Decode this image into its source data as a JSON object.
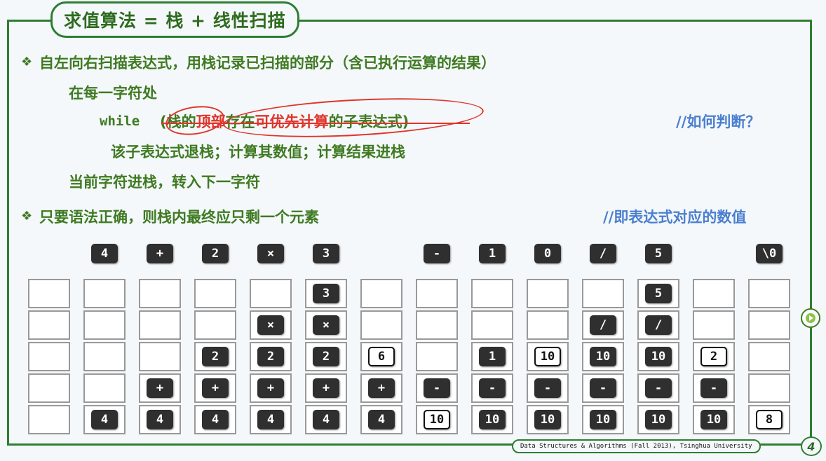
{
  "title": "求值算法 = 栈 + 线性扫描",
  "lines": {
    "l1": "自左向右扫描表达式，用栈记录已扫描的部分（含已执行运算的结果）",
    "l2": "在每一字符处",
    "l3_while": "while",
    "l3_open": "(",
    "l3_a": "栈的",
    "l3_b": "顶部",
    "l3_c": "存在",
    "l3_d": "可优先计算",
    "l3_e": "的子表达式",
    "l3_close": ")",
    "l3_comment": "//如何判断？",
    "l4": "该子表达式退栈；计算其数值；计算结果进栈",
    "l5": "当前字符进栈，转入下一字符",
    "l6": "只要语法正确，则栈内最终应只剩一个元素",
    "l6_comment": "//即表达式对应的数值"
  },
  "bullet_symbol": "❖",
  "tokens": [
    "4",
    "+",
    "2",
    "×",
    "3",
    "-",
    "1",
    "0",
    "/",
    "5",
    "\\0"
  ],
  "stack_columns": [
    [],
    [
      {
        "v": "4",
        "t": "op"
      }
    ],
    [
      {
        "v": "4",
        "t": "op"
      },
      {
        "v": "+",
        "t": "op"
      }
    ],
    [
      {
        "v": "4",
        "t": "op"
      },
      {
        "v": "+",
        "t": "op"
      },
      {
        "v": "2",
        "t": "op"
      }
    ],
    [
      {
        "v": "4",
        "t": "op"
      },
      {
        "v": "+",
        "t": "op"
      },
      {
        "v": "2",
        "t": "op"
      },
      {
        "v": "×",
        "t": "op"
      }
    ],
    [
      {
        "v": "4",
        "t": "op"
      },
      {
        "v": "+",
        "t": "op"
      },
      {
        "v": "2",
        "t": "op"
      },
      {
        "v": "×",
        "t": "op"
      },
      {
        "v": "3",
        "t": "op"
      }
    ],
    [
      {
        "v": "4",
        "t": "op"
      },
      {
        "v": "+",
        "t": "op"
      },
      {
        "v": "6",
        "t": "num"
      }
    ],
    [
      {
        "v": "10",
        "t": "num"
      },
      {
        "v": "-",
        "t": "op"
      }
    ],
    [
      {
        "v": "10",
        "t": "op"
      },
      {
        "v": "-",
        "t": "op"
      },
      {
        "v": "1",
        "t": "op"
      }
    ],
    [
      {
        "v": "10",
        "t": "op"
      },
      {
        "v": "-",
        "t": "op"
      },
      {
        "v": "10",
        "t": "num"
      }
    ],
    [
      {
        "v": "10",
        "t": "op"
      },
      {
        "v": "-",
        "t": "op"
      },
      {
        "v": "10",
        "t": "op"
      },
      {
        "v": "/",
        "t": "op"
      }
    ],
    [
      {
        "v": "10",
        "t": "op"
      },
      {
        "v": "-",
        "t": "op"
      },
      {
        "v": "10",
        "t": "op"
      },
      {
        "v": "/",
        "t": "op"
      },
      {
        "v": "5",
        "t": "op"
      }
    ],
    [
      {
        "v": "10",
        "t": "op"
      },
      {
        "v": "-",
        "t": "op"
      },
      {
        "v": "2",
        "t": "num"
      }
    ],
    [
      {
        "v": "8",
        "t": "num"
      }
    ]
  ],
  "footer": "Data Structures & Algorithms (Fall 2013), Tsinghua University",
  "page_number": "4",
  "colors": {
    "frame": "#2e7d32",
    "text": "#3f7a22",
    "highlight": "#e0342a",
    "comment": "#4a7fd0"
  }
}
